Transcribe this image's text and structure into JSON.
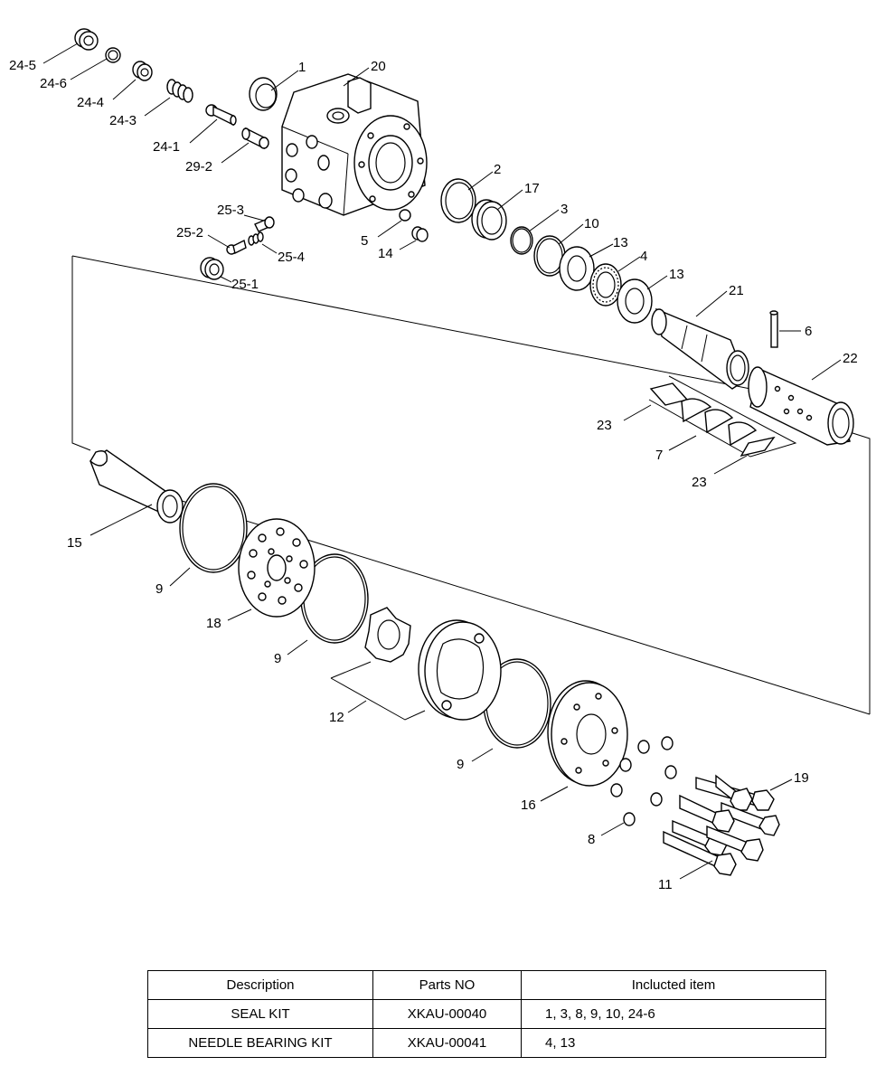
{
  "labels": {
    "p24_5": "24-5",
    "p24_6": "24-6",
    "p24_4": "24-4",
    "p24_3": "24-3",
    "p24_1": "24-1",
    "p29_2": "29-2",
    "p1": "1",
    "p20": "20",
    "p2": "2",
    "p17": "17",
    "p3": "3",
    "p10": "10",
    "p13a": "13",
    "p4": "4",
    "p13b": "13",
    "p21": "21",
    "p6": "6",
    "p22": "22",
    "p25_3": "25-3",
    "p25_2": "25-2",
    "p25_4": "25-4",
    "p25_1": "25-1",
    "p5": "5",
    "p14": "14",
    "p23a": "23",
    "p7": "7",
    "p23b": "23",
    "p15": "15",
    "p9a": "9",
    "p18": "18",
    "p9b": "9",
    "p12": "12",
    "p9c": "9",
    "p16": "16",
    "p8": "8",
    "p19": "19",
    "p11": "11"
  },
  "table": {
    "headers": [
      "Description",
      "Parts NO",
      "Inclucted item"
    ],
    "rows": [
      {
        "description": "SEAL KIT",
        "parts_no": "XKAU-00040",
        "included": "1, 3, 8, 9, 10, 24-6"
      },
      {
        "description": "NEEDLE BEARING KIT",
        "parts_no": "XKAU-00041",
        "included": "4, 13"
      }
    ]
  }
}
